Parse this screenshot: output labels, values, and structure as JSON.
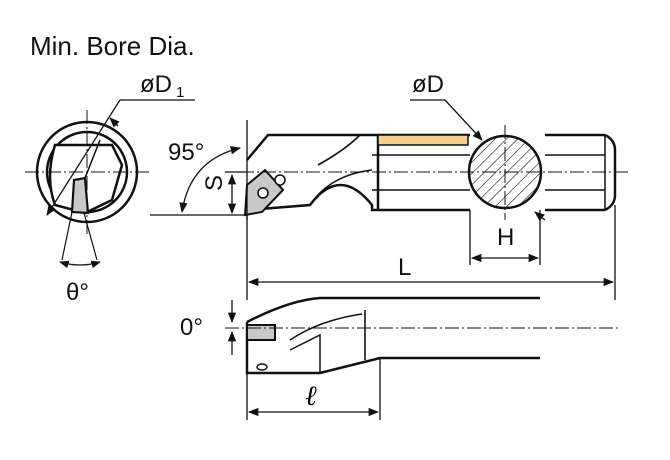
{
  "title": "Min. Bore Dia.",
  "labels": {
    "min_bore_dia": "øD",
    "min_bore_dia_sub": "1",
    "shank_dia": "øD",
    "approach_angle": "95°",
    "cutting_height": "S",
    "flat_width": "H",
    "overall_length": "L",
    "inclination_angle": "θ°",
    "rake_angle": "0°",
    "head_length": "ℓ"
  },
  "colors": {
    "line": "#111111",
    "coolant_slot": "#f2cf8c",
    "insert": "#c8c8c8"
  }
}
